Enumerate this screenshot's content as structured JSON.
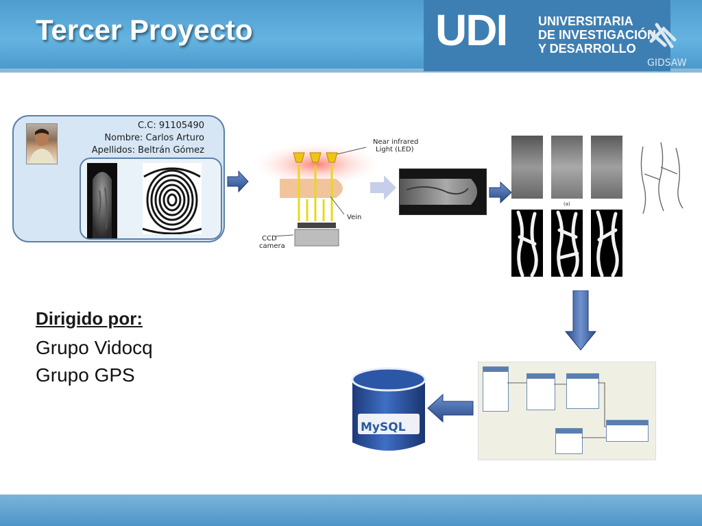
{
  "slide": {
    "title": "Tercer Proyecto"
  },
  "logo": {
    "short": "UDI",
    "line1": "UNIVERSITARIA",
    "line2": "DE INVESTIGACIÓN",
    "line3": "Y DESARROLLO",
    "group": "GIDSAW"
  },
  "id_card": {
    "cc": "C.C: 91105490",
    "nombre": "Nombre: Carlos Arturo",
    "apellidos": "Apellidos: Beltrán Gómez"
  },
  "diagram": {
    "nir_label_line1": "Near infrared",
    "nir_label_line2": "Light (LED)",
    "vein_label": "Vein",
    "ccd_line1": "CCD",
    "ccd_line2": "camera",
    "panel_caption": "(a)",
    "database_logo": "MySQL"
  },
  "dirigido": {
    "label": "Dirigido por:",
    "items": [
      "Grupo Vidocq",
      "Grupo GPS"
    ]
  },
  "colors": {
    "header_blue": "#5aa7d8",
    "logo_blue": "#3e7fb3",
    "card_fill": "#d6e6f5",
    "card_border": "#5b7fa8",
    "arrow_blue": "#3a5c9c"
  }
}
